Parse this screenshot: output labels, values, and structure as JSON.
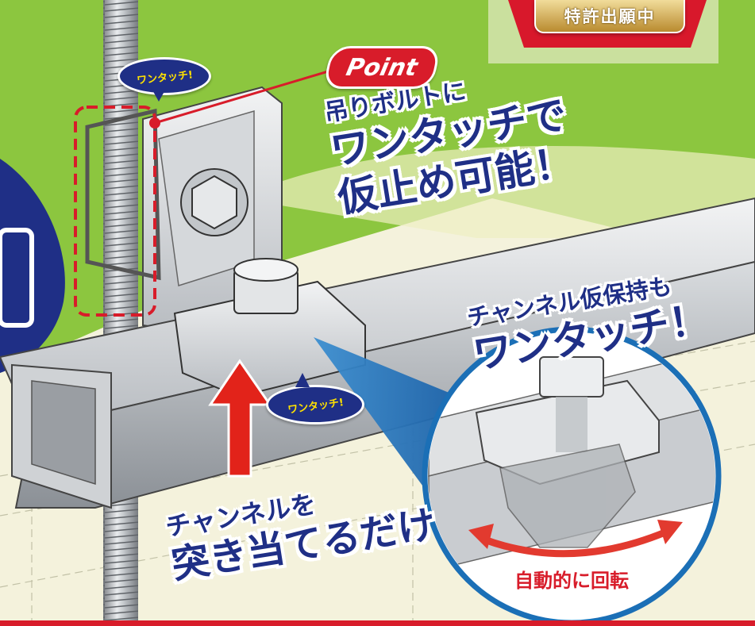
{
  "badge": {
    "patent_pending": "特許出願中"
  },
  "point": {
    "label": "Point"
  },
  "bubbles": {
    "top": "ワンタッチ!",
    "middle": "ワンタッチ!"
  },
  "headline_bolt": {
    "line1": "吊りボルトに",
    "line2": "ワンタッチで",
    "line3": "仮止め可能！"
  },
  "headline_channel": {
    "line1": "チャンネル仮保持も",
    "line2": "ワンタッチ！"
  },
  "headline_push": {
    "line1": "チャンネルを",
    "line2": "突き当てるだけ"
  },
  "detail": {
    "caption": "自動的に回転"
  },
  "colors": {
    "navy": "#1f2f86",
    "red": "#d81c2a",
    "green": "#8cc63f",
    "gold": "#c8a24a",
    "blue": "#1b6fb6"
  }
}
